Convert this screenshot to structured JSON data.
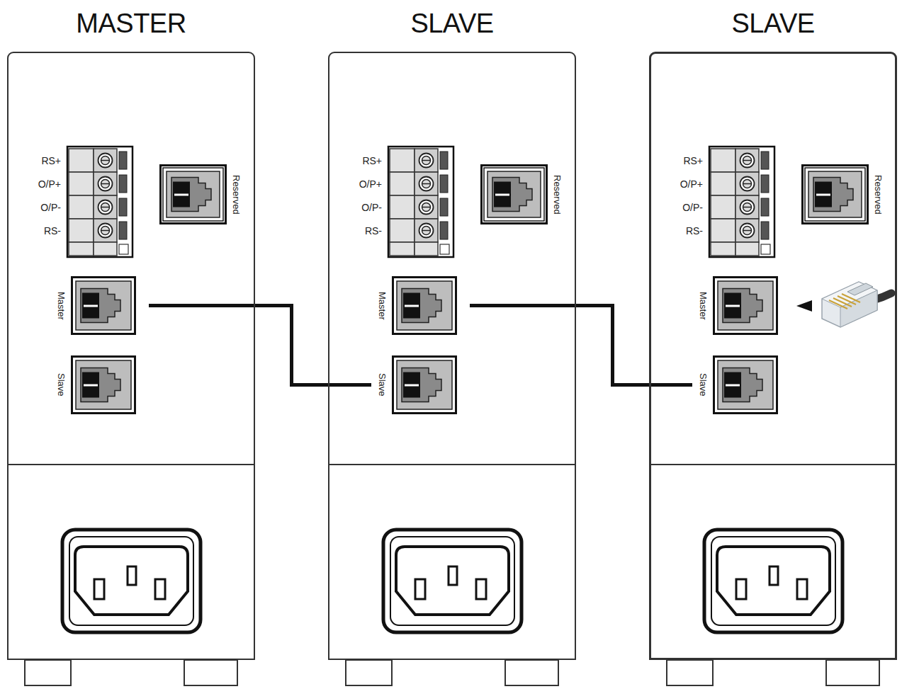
{
  "diagram": {
    "nodes": [
      {
        "text": [
          "MASTER"
        ]
      },
      {
        "text": [
          "Reserved"
        ],
        "in": 0
      },
      {
        "text": [
          "Master"
        ],
        "in": 0
      },
      {
        "text": [
          "Slave"
        ],
        "in": 0
      },
      {
        "text": [
          "SLAVE"
        ]
      },
      {
        "text": [
          "Reserved"
        ],
        "in": 4
      },
      {
        "text": [
          "Master"
        ],
        "in": 4
      },
      {
        "text": [
          "Slave"
        ],
        "in": 4
      },
      {
        "text": [
          "SLAVE"
        ]
      },
      {
        "text": [
          "Reserved"
        ],
        "in": 8
      },
      {
        "text": [
          "Master"
        ],
        "in": 8
      },
      {
        "text": [
          "Slave"
        ],
        "in": 8
      }
    ],
    "edges": [
      {
        "from": 2,
        "to": 7,
        "arrow": "none"
      },
      {
        "from": 6,
        "to": 11,
        "arrow": "none"
      }
    ],
    "labels": [
      "RS+",
      "O/P+",
      "O/P-",
      "RS-",
      "RS+",
      "O/P+",
      "O/P-",
      "RS-",
      "RS+",
      "O/P+",
      "O/P-",
      "RS-"
    ]
  }
}
